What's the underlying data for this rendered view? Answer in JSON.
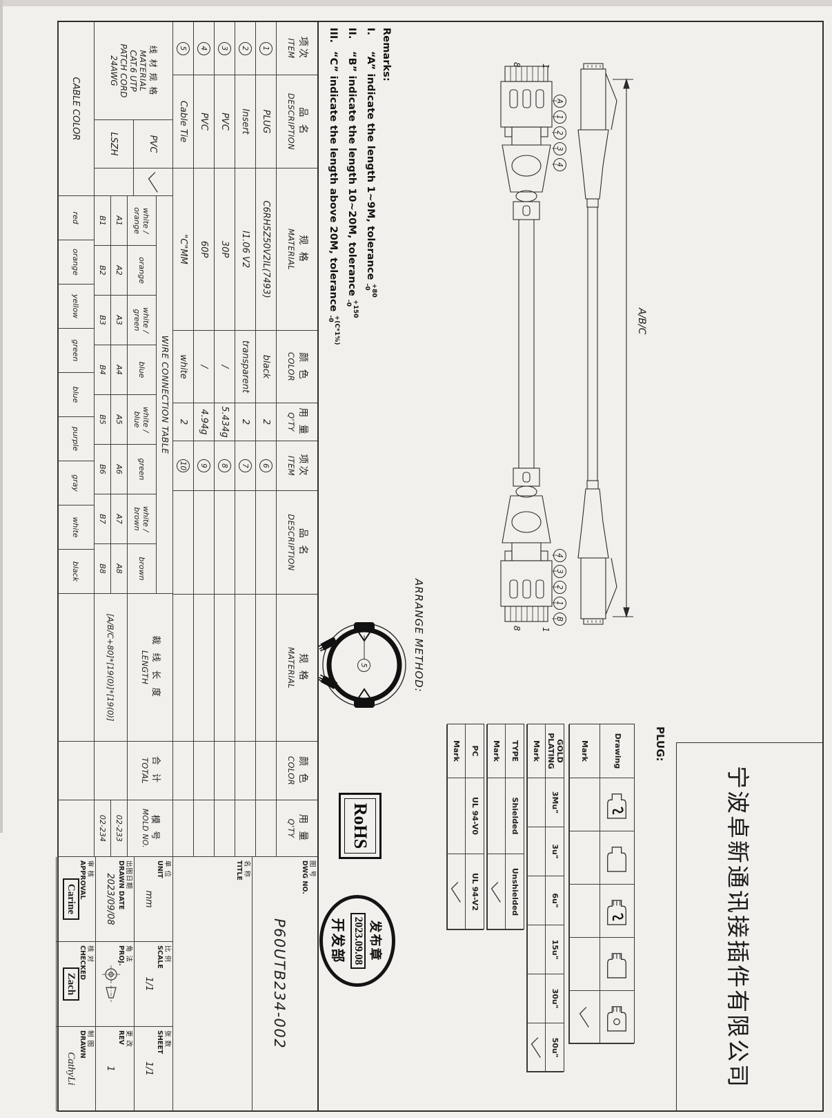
{
  "company": {
    "name": "宁波卓新通讯接插件有限公司"
  },
  "remarks": {
    "title": "Remarks:",
    "items": [
      {
        "num": "I.",
        "text": "“A”  indicate the length 1~9M, tolerance",
        "tol_plus": "+80",
        "tol_minus": "-0"
      },
      {
        "num": "II.",
        "text": "“B”  indicate the length 10~20M, tolerance",
        "tol_plus": "+150",
        "tol_minus": "-0"
      },
      {
        "num": "III.",
        "text": "“C”  indicate the length above 20M, tolerance",
        "tol_plus": "+(C*1%)",
        "tol_minus": "-0"
      }
    ]
  },
  "drawing": {
    "dim_label": "A/B/C",
    "pins": {
      "left_top": "1",
      "left_bottom": "8",
      "right_top": "1",
      "right_bottom": "8"
    },
    "callouts_left": [
      "A",
      "1",
      "2",
      "3",
      "4"
    ],
    "callouts_right": [
      "4",
      "3",
      "2",
      "1",
      "B"
    ]
  },
  "arrange": {
    "label": "ARRANGE METHOD:",
    "callout": "5"
  },
  "rohs": {
    "text": "RoHS"
  },
  "stamp": {
    "top": "发布章",
    "date": "2023.09.08",
    "bottom": "开发部"
  },
  "plug": {
    "label": "PLUG:",
    "drawing_table": {
      "row1": "Drawing",
      "row2": "Mark",
      "icons": [
        "plug-logo",
        "plug-plain",
        "plug-pins-logo",
        "plug-pins",
        "plug-pins-hole"
      ],
      "check_col": 4
    },
    "gold_table": {
      "row1": "GOLD PLATING",
      "row2": "Mark",
      "values": [
        "3Mu\"",
        "3u\"",
        "6u\"",
        "15u\"",
        "30u\"",
        "50u\""
      ],
      "check_col": 5
    },
    "type_table": {
      "row1": "TYPE",
      "row2": "Mark",
      "values": [
        "Shielded",
        "Unshielded"
      ],
      "check_col": 1
    },
    "pc_table": {
      "row1": "PC",
      "row2": "Mark",
      "values": [
        "UL 94-V0",
        "UL 94-V2"
      ],
      "check_col": 1
    }
  },
  "bom": {
    "headers": {
      "item_cn": "项次",
      "item_en": "ITEM",
      "desc_cn": "品 名",
      "desc_en": "DESCRIPTION",
      "mat_cn": "规 格",
      "mat_en": "MATERIAL",
      "color_cn": "颜 色",
      "color_en": "COLOR",
      "qty_cn": "用 量",
      "qty_en": "Q'TY"
    },
    "rows": [
      {
        "item": "1",
        "desc": "PLUG",
        "mat": "C6RH5Z50V2IL(7493)",
        "color": "black",
        "qty": "2"
      },
      {
        "item": "2",
        "desc": "Insert",
        "mat": "I1.06 V2",
        "color": "transparent",
        "qty": "2"
      },
      {
        "item": "3",
        "desc": "PVC",
        "mat": "30P",
        "color": "/",
        "qty": "5.434g"
      },
      {
        "item": "4",
        "desc": "PVC",
        "mat": "60P",
        "color": "/",
        "qty": "4.94g"
      },
      {
        "item": "5",
        "desc": "Cable Tie",
        "mat": "\"C\"MM",
        "color": "white",
        "qty": "2"
      }
    ],
    "rows_right": [
      {
        "item": "6",
        "desc": "",
        "mat": "",
        "color": "",
        "qty": ""
      },
      {
        "item": "7",
        "desc": "",
        "mat": "",
        "color": "",
        "qty": ""
      },
      {
        "item": "8",
        "desc": "",
        "mat": "",
        "color": "",
        "qty": ""
      },
      {
        "item": "9",
        "desc": "",
        "mat": "",
        "color": "",
        "qty": ""
      },
      {
        "item": "10",
        "desc": "",
        "mat": "",
        "color": "",
        "qty": ""
      }
    ]
  },
  "wire_spec": {
    "label_cn": "线 材 规 格",
    "label_en": "MATERIAL",
    "value_lines": [
      "CAT.6 UTP",
      "PATCH CORD",
      "24AWG"
    ],
    "options": [
      {
        "name": "PVC",
        "checked": true
      },
      {
        "name": "LSZH",
        "checked": false
      }
    ]
  },
  "wire_table": {
    "title": "WIRE CONNECTION TABLE",
    "columns": [
      {
        "color": "white /|orange",
        "a": "A1",
        "b": "B1"
      },
      {
        "color": "orange",
        "a": "A2",
        "b": "B2"
      },
      {
        "color": "white /|green",
        "a": "A3",
        "b": "B3"
      },
      {
        "color": "blue",
        "a": "A4",
        "b": "B4"
      },
      {
        "color": "white /|blue",
        "a": "A5",
        "b": "B5"
      },
      {
        "color": "green",
        "a": "A6",
        "b": "B6"
      },
      {
        "color": "white /|brown",
        "a": "A7",
        "b": "B7"
      },
      {
        "color": "brown",
        "a": "A8",
        "b": "B8"
      }
    ]
  },
  "length_row": {
    "label_cn": "裁 线 长 度",
    "label_en": "LENGTH",
    "formula": "[A/B/C+80]*[19(0)]*[19(0)]"
  },
  "total_row": {
    "label_cn": "合 计",
    "label_en": "TOTAL"
  },
  "mold_row": {
    "label_cn": "模 号",
    "label_en": "MOLD NO.",
    "mold_a": "02-233",
    "mold_b": "02-234"
  },
  "cable_color": {
    "label": "CABLE COLOR",
    "colors": [
      "red",
      "orange",
      "yellow",
      "green",
      "blue",
      "purple",
      "gray",
      "white",
      "black"
    ]
  },
  "title_block": {
    "dwg_no": {
      "cn": "图 号",
      "en": "DWG NO.",
      "value": "P60UTB234-002"
    },
    "title": {
      "cn": "名 称",
      "en": "TITLE",
      "value": ""
    },
    "unit": {
      "cn": "单 位",
      "en": "UNIT",
      "value": "mm"
    },
    "scale": {
      "cn": "比 例",
      "en": "SCALE",
      "value": "1/1"
    },
    "sheet": {
      "cn": "张 数",
      "en": "SHEET",
      "value": "1/1"
    },
    "drawn_date": {
      "cn": "出图日期",
      "en": "DRAWN DATE",
      "value": "2023/09/08"
    },
    "proj": {
      "cn": "角 法",
      "en": "PROJ.",
      "value": ""
    },
    "rev": {
      "cn": "更 改",
      "en": "REV",
      "value": "1"
    },
    "approval": {
      "cn": "审 核",
      "en": "APPROVAL",
      "value": "Carine"
    },
    "checked": {
      "cn": "核 对",
      "en": "CHECKED",
      "value": "Zach"
    },
    "drawn": {
      "cn": "制 图",
      "en": "DRAWN",
      "value": "CathyLi"
    }
  }
}
